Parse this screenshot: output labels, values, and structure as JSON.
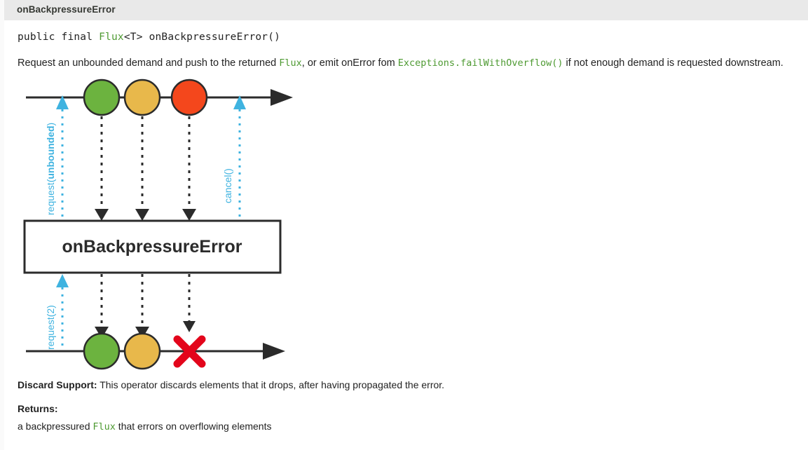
{
  "header": {
    "member_name": "onBackpressureError"
  },
  "signature": {
    "modifiers": "public final ",
    "return_type": "Flux",
    "generics": "<T> ",
    "method": "onBackpressureError()"
  },
  "description": {
    "part1": "Request an unbounded demand and push to the returned ",
    "code1": "Flux",
    "part2": ", or emit onError fom ",
    "code2": "Exceptions.failWithOverflow()",
    "part3": " if not enough demand is requested downstream."
  },
  "diagram": {
    "operator_label": "onBackpressureError",
    "upstream_request_label_prefix": "request(",
    "upstream_request_label_bold": "unbounded",
    "upstream_request_label_suffix": ")",
    "upstream_cancel_label": "cancel()",
    "downstream_request_label": "request(2)",
    "upstream_marbles": [
      {
        "name": "marble-1",
        "color": "#6cb33f"
      },
      {
        "name": "marble-2",
        "color": "#e8b84b"
      },
      {
        "name": "marble-3",
        "color": "#f4471c"
      }
    ],
    "downstream_marbles": [
      {
        "name": "marble-1",
        "color": "#6cb33f"
      },
      {
        "name": "marble-2",
        "color": "#e8b84b"
      }
    ],
    "error_marker": "X",
    "colors": {
      "timeline": "#2b2b2b",
      "signal_arrow": "#2b2b2b",
      "request_arrow": "#3fb3e0",
      "error": "#e3051b",
      "box_border": "#2b2b2b",
      "box_fill": "#ffffff"
    }
  },
  "discard_support": {
    "title": "Discard Support:",
    "text": " This operator discards elements that it drops, after having propagated the error."
  },
  "returns": {
    "title": "Returns:",
    "prefix": "a backpressured ",
    "code": "Flux",
    "suffix": " that errors on overflowing elements"
  }
}
